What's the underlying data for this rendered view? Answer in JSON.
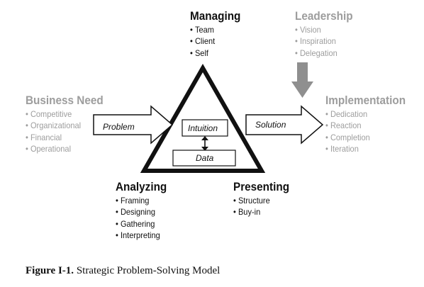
{
  "managing": {
    "title": "Managing",
    "items": [
      "Team",
      "Client",
      "Self"
    ]
  },
  "leadership": {
    "title": "Leadership",
    "items": [
      "Vision",
      "Inspiration",
      "Delegation"
    ]
  },
  "business_need": {
    "title": "Business Need",
    "items": [
      "Competitive",
      "Organizational",
      "Financial",
      "Operational"
    ]
  },
  "implementation": {
    "title": "Implementation",
    "items": [
      "Dedication",
      "Reaction",
      "Completion",
      "Iteration"
    ]
  },
  "analyzing": {
    "title": "Analyzing",
    "items": [
      "Framing",
      "Designing",
      "Gathering",
      "Interpreting"
    ]
  },
  "presenting": {
    "title": "Presenting",
    "items": [
      "Structure",
      "Buy-in"
    ]
  },
  "arrows": {
    "problem": "Problem",
    "solution": "Solution"
  },
  "core": {
    "intuition": "Intuition",
    "data": "Data"
  },
  "caption": {
    "label": "Figure I-1.",
    "text": "Strategic Problem-Solving Model"
  },
  "colors": {
    "dark": "#111111",
    "muted": "#9d9d9d",
    "arrow_fill": "#8f8f8f"
  }
}
